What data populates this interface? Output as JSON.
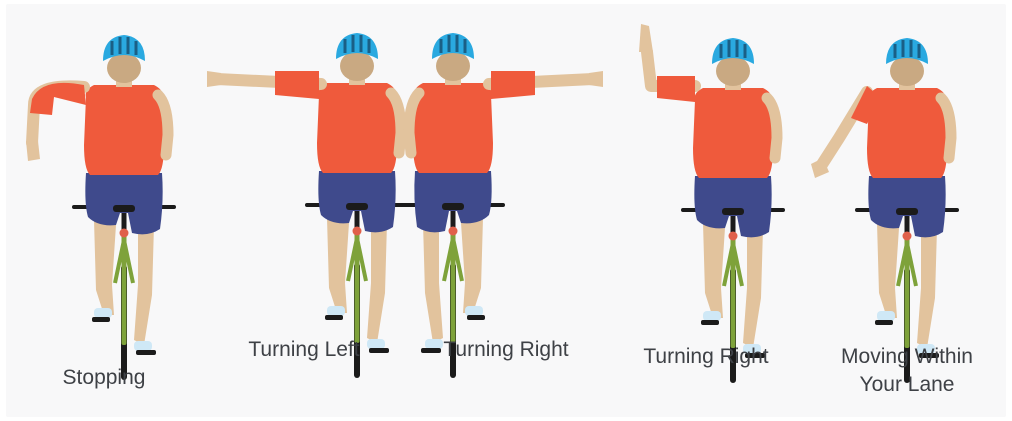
{
  "colors": {
    "background": "#f8f8f9",
    "shirt": "#ef5a3c",
    "shorts": "#3f4a8c",
    "skin": "#e2c39d",
    "helmet": "#2aa9e0",
    "frame": "#7ea23a",
    "tire": "#1b1b1b",
    "shoe": "#cfe8f6",
    "caption": "#3e4146"
  },
  "signals": [
    {
      "label_lines": [
        "Stopping"
      ],
      "arm_signal": "left arm bent down"
    },
    {
      "label_lines": [
        "Turning Left"
      ],
      "arm_signal": "left arm extended"
    },
    {
      "label_lines": [
        "Turning Right"
      ],
      "arm_signal": "right arm extended"
    },
    {
      "label_lines": [
        "Turning Right"
      ],
      "arm_signal": "left arm bent up"
    },
    {
      "label_lines": [
        "Moving Within",
        "Your Lane"
      ],
      "arm_signal": "left arm angled down"
    }
  ]
}
